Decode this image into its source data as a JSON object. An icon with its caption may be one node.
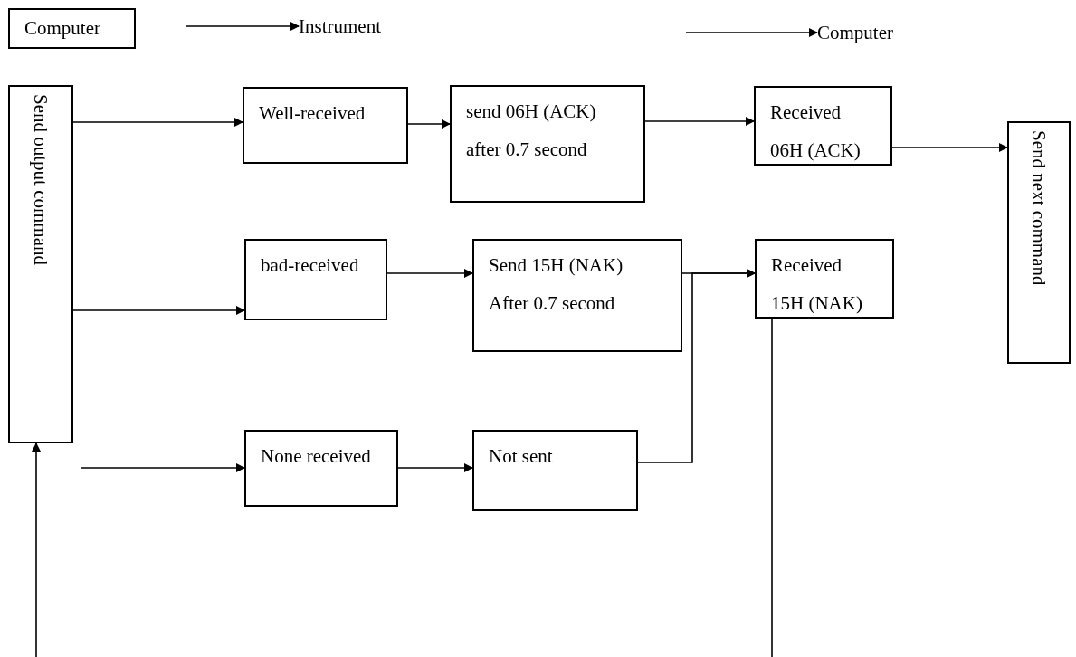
{
  "diagram": {
    "nodes": [
      {
        "text": [
          "Computer"
        ]
      },
      {
        "text": [
          "Instrument"
        ]
      },
      {
        "text": [
          "Computer"
        ]
      },
      {
        "text": [
          "Send output command"
        ]
      },
      {
        "text": [
          "Well-received"
        ]
      },
      {
        "text": [
          "send 06H (ACK) after 0.7 second"
        ]
      },
      {
        "text": [
          "Received 06H (ACK)"
        ]
      },
      {
        "text": [
          "Send next command"
        ]
      },
      {
        "text": [
          "bad-received"
        ]
      },
      {
        "text": [
          "Send 15H (NAK) After 0.7 second"
        ]
      },
      {
        "text": [
          "Received 15H (NAK)"
        ]
      },
      {
        "text": [
          "None received"
        ]
      },
      {
        "text": [
          "Not sent"
        ]
      }
    ],
    "edges": [
      {
        "from": null,
        "to": 1,
        "arrow": "to"
      },
      {
        "from": null,
        "to": 2,
        "arrow": "to"
      },
      {
        "from": 3,
        "to": 4,
        "arrow": "to"
      },
      {
        "from": 3,
        "to": 8,
        "arrow": "to"
      },
      {
        "from": null,
        "to": 11,
        "arrow": "to"
      },
      {
        "from": 4,
        "to": 5,
        "arrow": "to"
      },
      {
        "from": 5,
        "to": 6,
        "arrow": "to"
      },
      {
        "from": 6,
        "to": 7,
        "arrow": "to"
      },
      {
        "from": 8,
        "to": 9,
        "arrow": "to"
      },
      {
        "from": 9,
        "to": 10,
        "arrow": "to"
      },
      {
        "from": 11,
        "to": 12,
        "arrow": "to"
      },
      {
        "from": 12,
        "to": 10,
        "arrow": "to"
      },
      {
        "from": 10,
        "to": null,
        "arrow": "none"
      },
      {
        "from": null,
        "to": 3,
        "arrow": "to"
      }
    ]
  }
}
